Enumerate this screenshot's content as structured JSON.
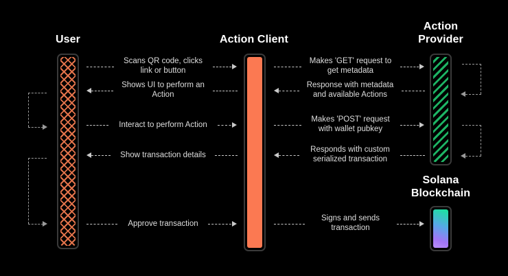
{
  "diagram": {
    "title": "Solana Actions and Blinks sequence diagram",
    "background_color": "#000000",
    "text_color": "#dedede",
    "heading_color": "#ffffff"
  },
  "lanes": [
    {
      "id": "user",
      "label": "User",
      "fill_style": "orange-crosshatch",
      "accent_color": "#e2734b"
    },
    {
      "id": "action-client",
      "label": "Action Client",
      "fill_style": "solid-orange",
      "accent_color": "#fb7952"
    },
    {
      "id": "action-provider",
      "label": "Action\nProvider",
      "fill_style": "green-diagonal-stripes",
      "accent_color": "#1db464"
    },
    {
      "id": "solana-blockchain",
      "label": "Solana\nBlockchain",
      "fill_style": "gradient-purple-green",
      "accent_color": "#a175f5"
    }
  ],
  "messages": {
    "left": [
      {
        "id": "scans-qr",
        "text": "Scans QR code, clicks\nlink or button",
        "direction": "right"
      },
      {
        "id": "shows-ui",
        "text": "Shows UI to perform an\nAction",
        "direction": "left"
      },
      {
        "id": "interact-action",
        "text": "Interact to perform Action",
        "direction": "right"
      },
      {
        "id": "show-tx-details",
        "text": "Show transaction details",
        "direction": "left"
      },
      {
        "id": "approve-tx",
        "text": "Approve transaction",
        "direction": "right"
      }
    ],
    "right": [
      {
        "id": "get-request",
        "text": "Makes 'GET' request to\nget metadata",
        "direction": "right"
      },
      {
        "id": "response-metadata",
        "text": "Response with metadata\nand available Actions",
        "direction": "left"
      },
      {
        "id": "post-request",
        "text": "Makes 'POST' request\nwith wallet pubkey",
        "direction": "right"
      },
      {
        "id": "responds-serialized",
        "text": "Responds with custom\nserialized transaction",
        "direction": "left"
      },
      {
        "id": "signs-sends",
        "text": "Signs and sends\ntransaction",
        "direction": "right"
      }
    ]
  },
  "self_loops": [
    {
      "id": "user-loop-1",
      "side": "left",
      "target": "user"
    },
    {
      "id": "user-loop-2",
      "side": "left",
      "target": "user"
    },
    {
      "id": "provider-loop-1",
      "side": "right",
      "target": "action-provider"
    },
    {
      "id": "provider-loop-2",
      "side": "right",
      "target": "action-provider"
    }
  ]
}
